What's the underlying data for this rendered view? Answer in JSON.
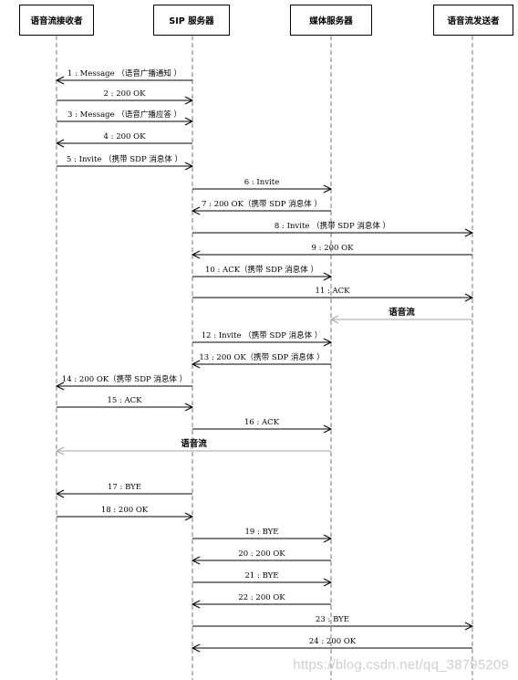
{
  "participants": [
    "语音流接收者",
    "SIP 服务器",
    "媒体服务器",
    "语音流发送者"
  ],
  "messages": [
    {
      "from": 1,
      "to": 0,
      "label": "1 : Message （语音广播通知 ）"
    },
    {
      "from": 0,
      "to": 1,
      "label": "2 : 200  OK"
    },
    {
      "from": 0,
      "to": 1,
      "label": "3 : Message （语音广播应答 ）"
    },
    {
      "from": 1,
      "to": 0,
      "label": "4 : 200  OK"
    },
    {
      "from": 0,
      "to": 1,
      "label": "5 : Invite  （携带 SDP 消息体 ）"
    },
    {
      "from": 1,
      "to": 2,
      "label": "6 : Invite"
    },
    {
      "from": 2,
      "to": 1,
      "label": "7 : 200  OK（携带 SDP 消息体 ）"
    },
    {
      "from": 1,
      "to": 3,
      "label": "8 : Invite （携带 SDP 消息体 ）"
    },
    {
      "from": 3,
      "to": 1,
      "label": "9 : 200  OK"
    },
    {
      "from": 1,
      "to": 2,
      "label": "10 : ACK（携带 SDP 消息体 ）"
    },
    {
      "from": 1,
      "to": 3,
      "label": "11 : ACK"
    },
    {
      "from": 3,
      "to": 2,
      "label": "语音流",
      "stream": true
    },
    {
      "from": 1,
      "to": 2,
      "label": "12 : Invite （携带 SDP 消息体 ）"
    },
    {
      "from": 2,
      "to": 1,
      "label": "13 : 200 OK（携带 SDP 消息体 ）"
    },
    {
      "from": 1,
      "to": 0,
      "label": "14 : 200  OK（携带 SDP 消息体 ）"
    },
    {
      "from": 0,
      "to": 1,
      "label": "15 : ACK"
    },
    {
      "from": 1,
      "to": 2,
      "label": "16 : ACK"
    },
    {
      "from": 2,
      "to": 0,
      "label": "语音流",
      "stream": true
    },
    {
      "from": 1,
      "to": 0,
      "label": "17 : BYE"
    },
    {
      "from": 0,
      "to": 1,
      "label": "18 : 200  OK"
    },
    {
      "from": 1,
      "to": 2,
      "label": "19 : BYE"
    },
    {
      "from": 2,
      "to": 1,
      "label": "20 : 200  OK"
    },
    {
      "from": 1,
      "to": 2,
      "label": "21 : BYE"
    },
    {
      "from": 2,
      "to": 1,
      "label": "22 : 200  OK"
    },
    {
      "from": 1,
      "to": 3,
      "label": "23 : BYE"
    },
    {
      "from": 3,
      "to": 1,
      "label": "24 : 200  OK"
    }
  ],
  "watermark": "https://blog.csdn.net/qq_38795209",
  "colors": {
    "line": "#000000",
    "stream": "#a6a6a6",
    "lifeline": "#777777"
  }
}
